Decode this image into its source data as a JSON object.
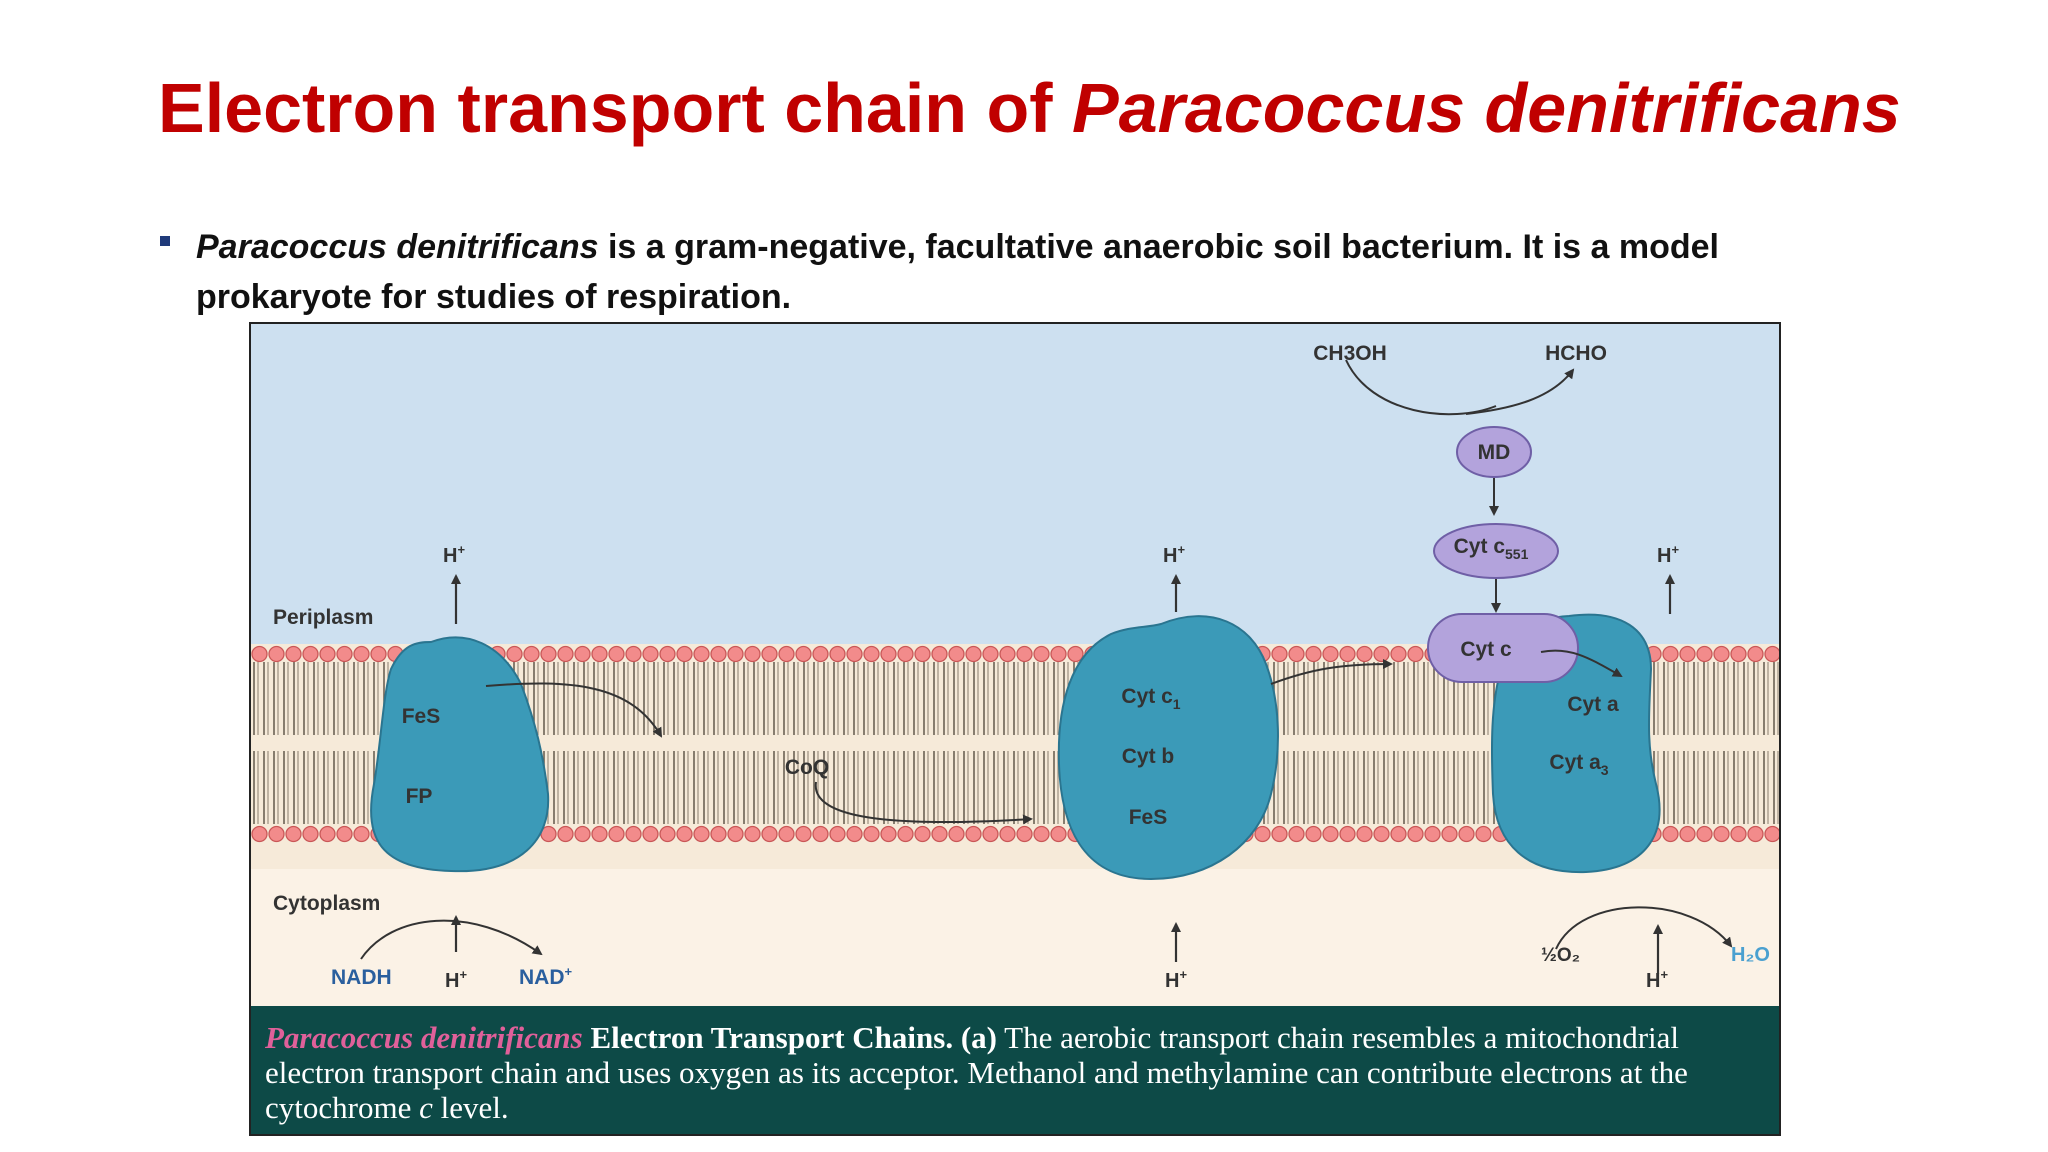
{
  "slide": {
    "title_plain": "Electron transport chain of ",
    "title_italic": "Paracoccus denitrificans",
    "bullet_italic": "Paracoccus denitrificans",
    "bullet_rest": " is a gram-negative, facultative anaerobic soil bacterium. It is a model prokaryote for studies of respiration."
  },
  "diagram": {
    "periplasm": "Periplasm",
    "cytoplasm": "Cytoplasm",
    "h_plus": "H",
    "plus": "+",
    "complex1": {
      "fes": "FeS",
      "fp": "FP"
    },
    "coq": "CoQ",
    "complex3": {
      "cytc1_main": "Cyt c",
      "cytc1_sub": "1",
      "cytb": "Cyt b",
      "fes": "FeS"
    },
    "ch3oh": "CH3OH",
    "hcho": "HCHO",
    "md": "MD",
    "cytc551_main": "Cyt c",
    "cytc551_sub": "551",
    "cytc": "Cyt c",
    "complex4": {
      "cyta": "Cyt a",
      "cyta3_main": "Cyt a",
      "cyta3_sub": "3"
    },
    "nadh": "NADH",
    "nad": "NAD",
    "half_o2": "½O₂",
    "h2o": "H₂O"
  },
  "caption": {
    "organism": "Paracoccus denitrificans",
    "heading": " Electron Transport Chains. (a)",
    "text1": " The aerobic transport chain resembles a mitochondrial electron transport chain and uses oxygen as its acceptor. Methanol and methylamine can contribute electrons at the cytochrome ",
    "c_italic": "c",
    "text2": " level."
  },
  "colors": {
    "title": "#c00000",
    "periplasm_bg": "#cde0f0",
    "membrane_bg": "#f6ead9",
    "lipid_head": "#f28b8b",
    "protein": "#3b9ab8",
    "cytochrome": "#b3a3dc",
    "caption_bg": "#0d4a47",
    "caption_org": "#e0609a",
    "label_blue": "#2a5f9e"
  }
}
